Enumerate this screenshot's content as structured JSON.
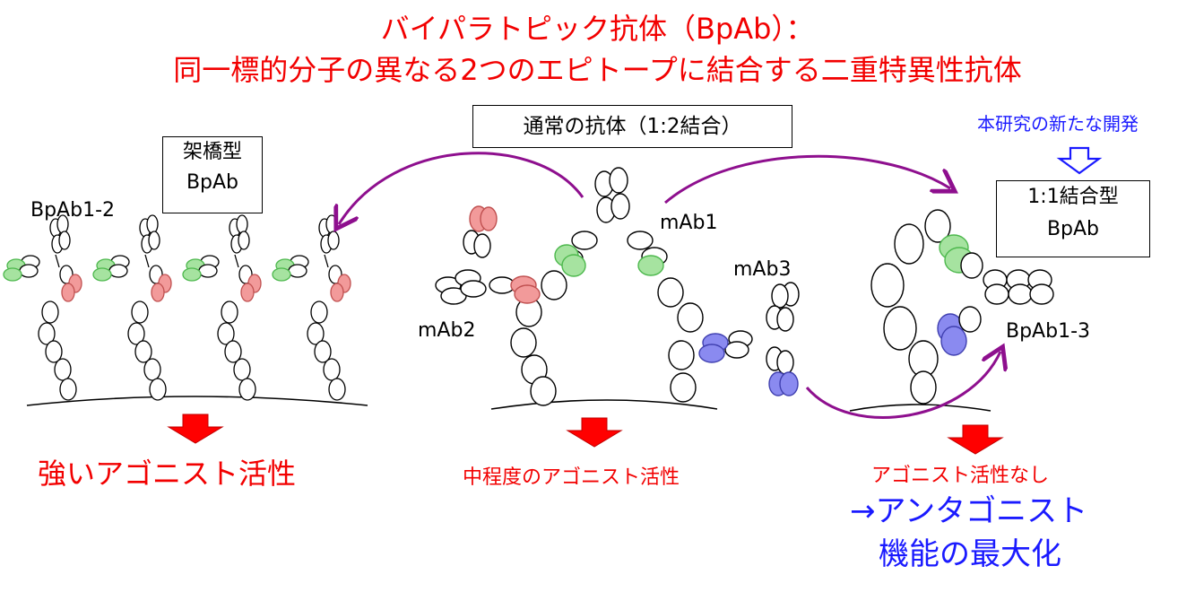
{
  "title": {
    "line1": "バイパラトピック抗体（BpAb）：",
    "line2": "同一標的分子の異なる2つのエピトープに結合する二重特異性抗体"
  },
  "boxes": {
    "bridge_line1": "架橋型",
    "bridge_line2": "BpAb",
    "normal": "通常の抗体（1:2結合）",
    "type11_line1": "1:1結合型",
    "type11_line2": "BpAb"
  },
  "labels": {
    "bpab12": "BpAb1-2",
    "mab1": "mAb1",
    "mab2": "mAb2",
    "mab3": "mAb3",
    "bpab13": "BpAb1-3",
    "new_dev": "本研究の新たな開発"
  },
  "outcomes": {
    "strong": "強いアゴニスト活性",
    "moderate": "中程度のアゴニスト活性",
    "none": "アゴニスト活性なし",
    "antagonist": "→アンタゴニスト",
    "maximize": "機能の最大化"
  },
  "colors": {
    "text_red": "#f20000",
    "text_blue": "#1a1aff",
    "epitope_green": "#a6e3a0",
    "epitope_pink": "#f29a9a",
    "epitope_blue": "#8a8af0",
    "arrow_purple": "#8e0f8e"
  }
}
